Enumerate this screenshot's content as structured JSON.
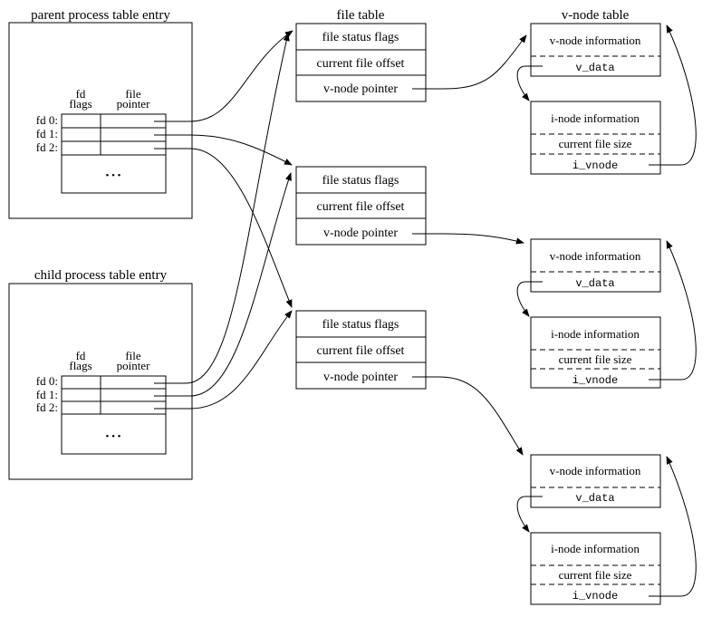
{
  "parent": {
    "title": "parent process table entry",
    "col_fd_flags": [
      "fd",
      "flags"
    ],
    "col_file_pointer": [
      "file",
      "pointer"
    ],
    "fd_labels": [
      "fd 0:",
      "fd 1:",
      "fd 2:"
    ],
    "ellipsis": "• • •"
  },
  "child": {
    "title": "child process table entry",
    "col_fd_flags": [
      "fd",
      "flags"
    ],
    "col_file_pointer": [
      "file",
      "pointer"
    ],
    "fd_labels": [
      "fd 0:",
      "fd 1:",
      "fd 2:"
    ],
    "ellipsis": "• • •"
  },
  "file_table": {
    "title": "file table",
    "entries": [
      {
        "status": "file status flags",
        "offset": "current file offset",
        "vnode_ptr": "v-node pointer"
      },
      {
        "status": "file status flags",
        "offset": "current file offset",
        "vnode_ptr": "v-node pointer"
      },
      {
        "status": "file status flags",
        "offset": "current file offset",
        "vnode_ptr": "v-node pointer"
      }
    ]
  },
  "vnode_table": {
    "title": "v-node table",
    "entries": [
      {
        "vinfo": "v-node information",
        "vdata": "v_data",
        "iinfo": "i-node information",
        "size": "current file size",
        "ivnode": "i_vnode"
      },
      {
        "vinfo": "v-node information",
        "vdata": "v_data",
        "iinfo": "i-node information",
        "size": "current file size",
        "ivnode": "i_vnode"
      },
      {
        "vinfo": "v-node information",
        "vdata": "v_data",
        "iinfo": "i-node information",
        "size": "current file size",
        "ivnode": "i_vnode"
      }
    ]
  }
}
